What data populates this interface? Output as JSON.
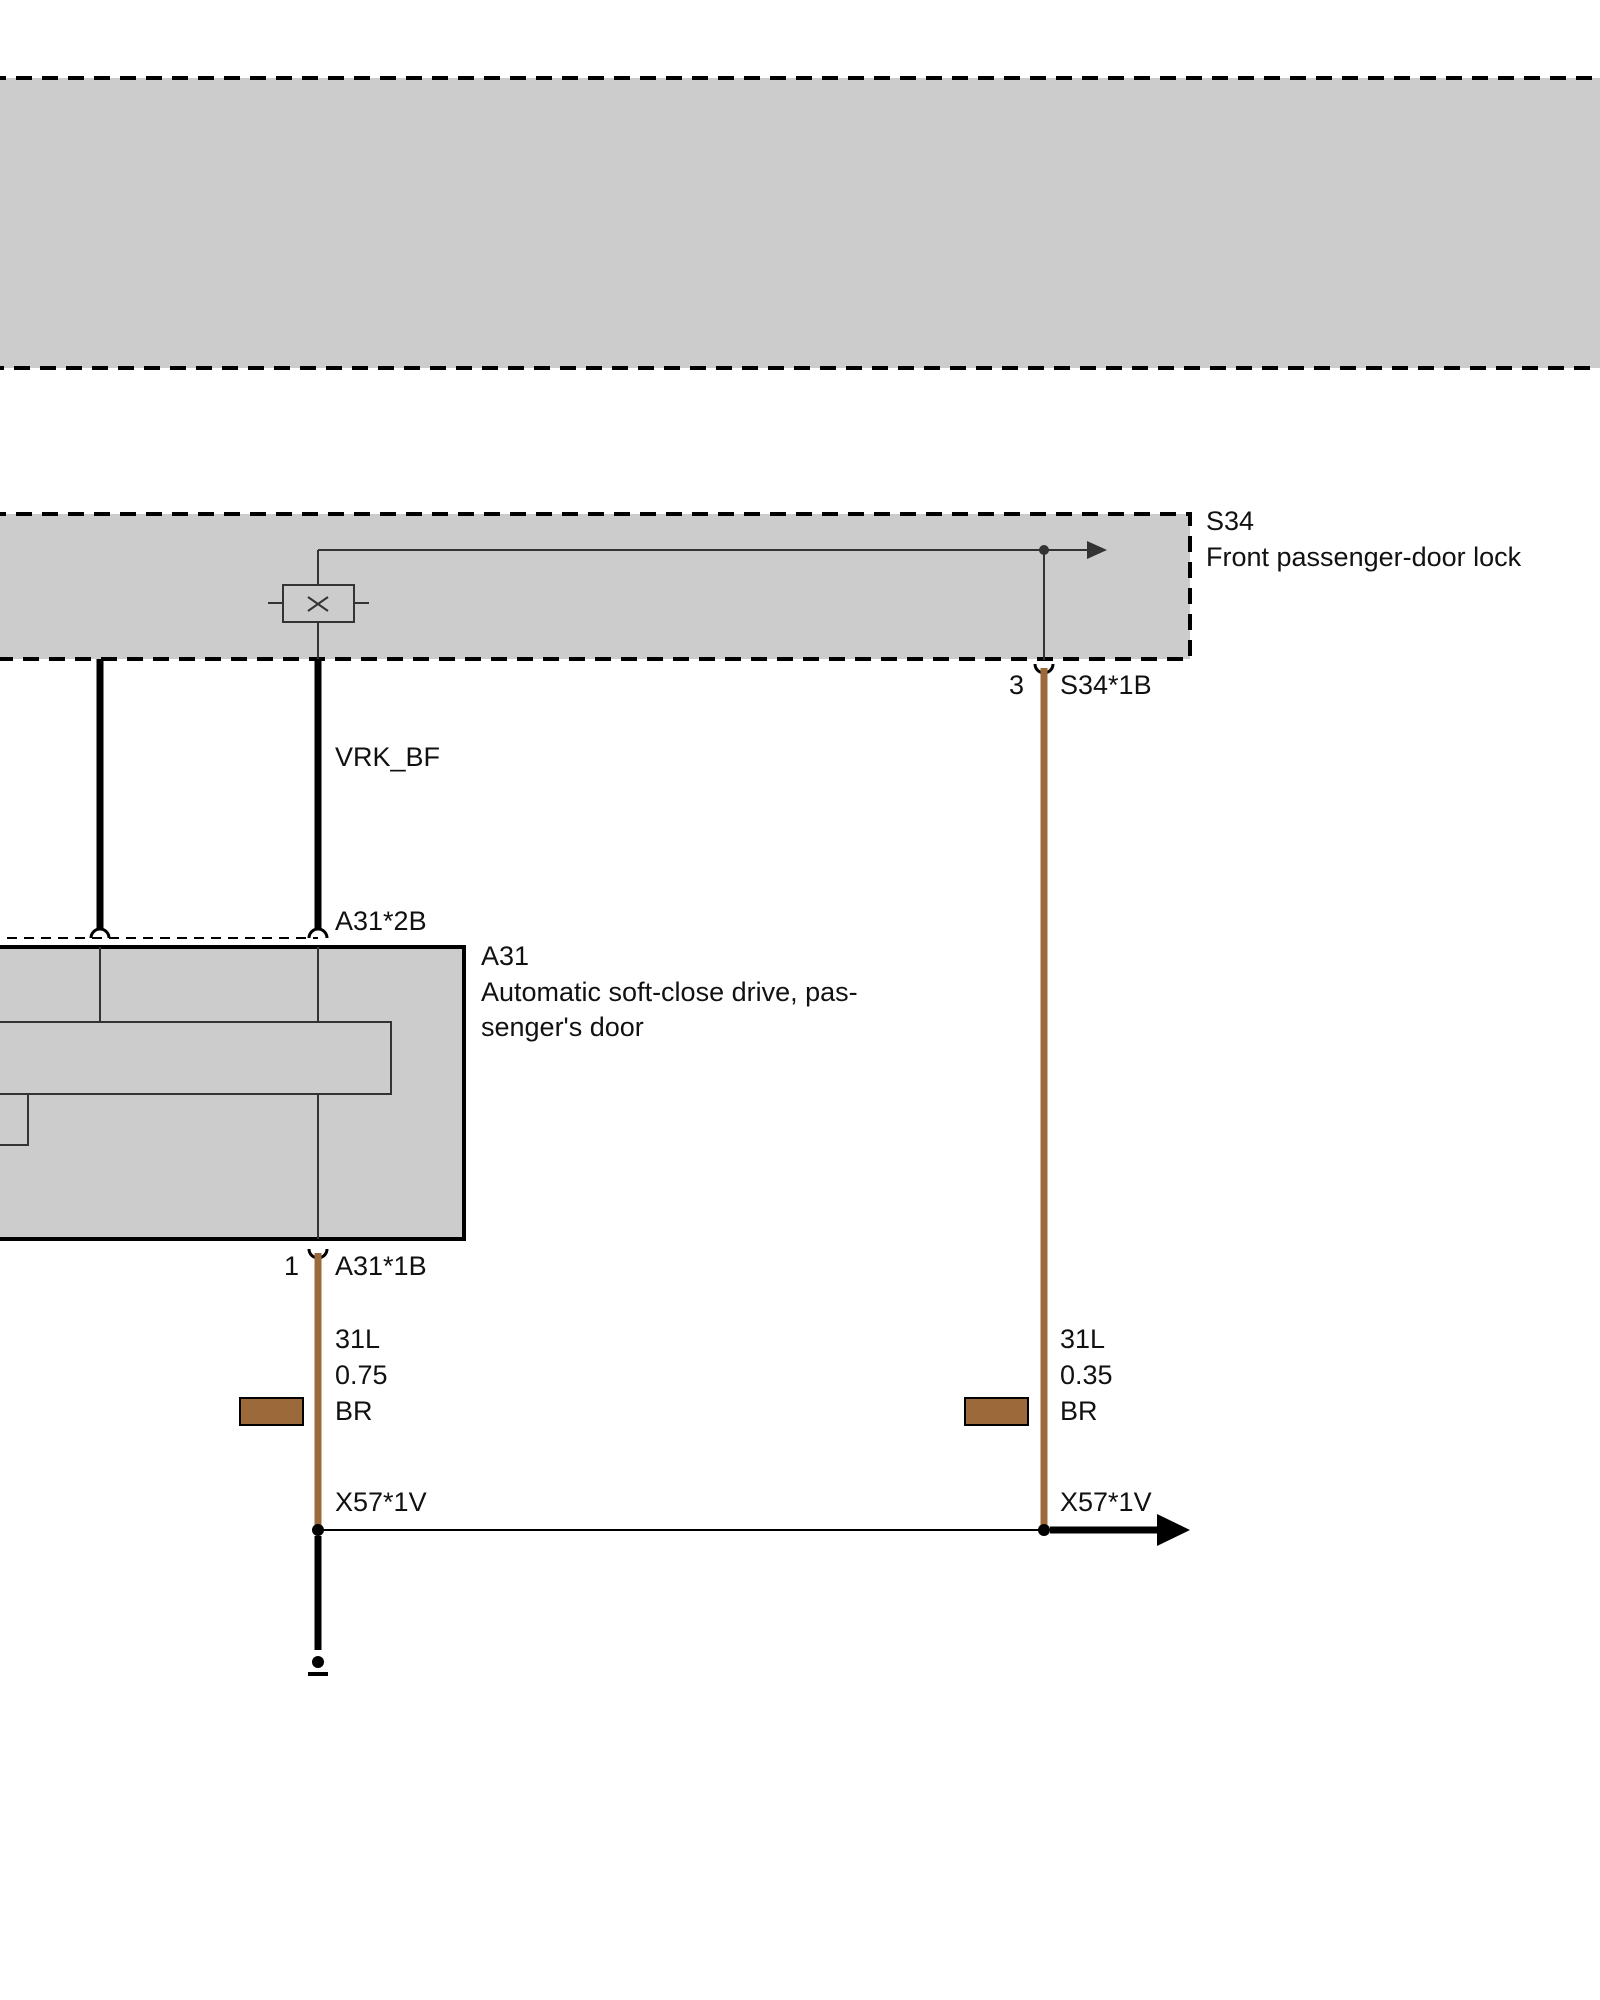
{
  "components": {
    "s34": {
      "code": "S34",
      "name": "Front passenger-door lock",
      "pin_connector": "S34*1B",
      "pin_number": "3"
    },
    "a31": {
      "code": "A31",
      "name_line1": "Automatic soft-close drive, pas-",
      "name_line2": "senger's door",
      "connector_top": "A31*2B",
      "connector_bottom": "A31*1B",
      "pin_number": "1"
    }
  },
  "signals": {
    "vrk_bf": "VRK_BF"
  },
  "wires": {
    "left": {
      "terminal": "31L",
      "gauge": "0.75",
      "color_code": "BR"
    },
    "right": {
      "terminal": "31L",
      "gauge": "0.35",
      "color_code": "BR"
    }
  },
  "junctions": {
    "left": "X57*1V",
    "right": "X57*1V"
  },
  "colors": {
    "wire_brown": "#9c6a3a",
    "swatch_brown": "#9c6a3a",
    "component_fill": "#cccccc",
    "wire_black": "#000000"
  }
}
